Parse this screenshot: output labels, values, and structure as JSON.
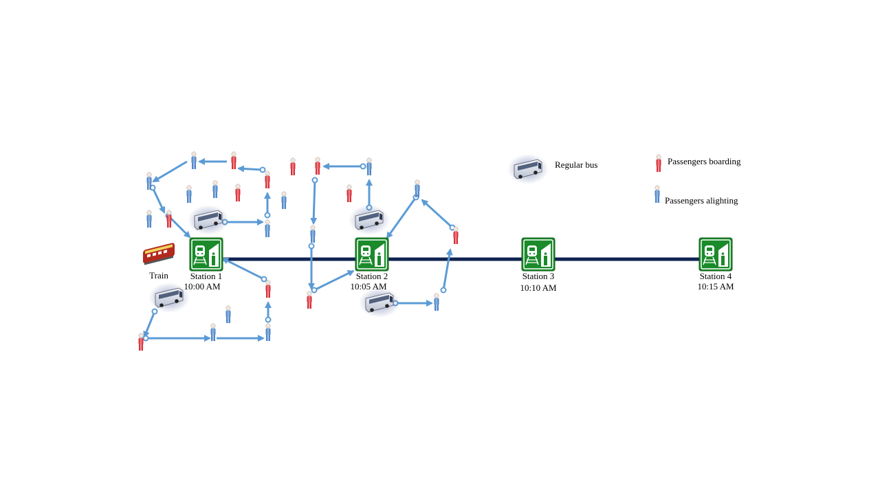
{
  "train": {
    "label": "Train"
  },
  "stations": [
    {
      "name": "Station 1",
      "time": "10:00 AM"
    },
    {
      "name": "Station 2",
      "time": "10:05 AM"
    },
    {
      "name": "Station 3",
      "time": "10:10 AM"
    },
    {
      "name": "Station 4",
      "time": "10:15 AM"
    }
  ],
  "legend": {
    "bus": "Regular bus",
    "boarding": "Passengers boarding",
    "alighting": "Passengers alighting"
  },
  "colors": {
    "rail": "#0f2350",
    "station_green": "#1a8a2a",
    "route_blue": "#5b9bd5",
    "passenger_boarding": "#d9303a",
    "passenger_alighting": "#4f87c8",
    "bus_body": "#dfe4ee",
    "bus_glow": "#6677aa",
    "train_red": "#b22a1e"
  },
  "icons": [
    "train-icon",
    "station-icon",
    "bus-icon",
    "passenger-boarding-icon",
    "passenger-alighting-icon"
  ]
}
